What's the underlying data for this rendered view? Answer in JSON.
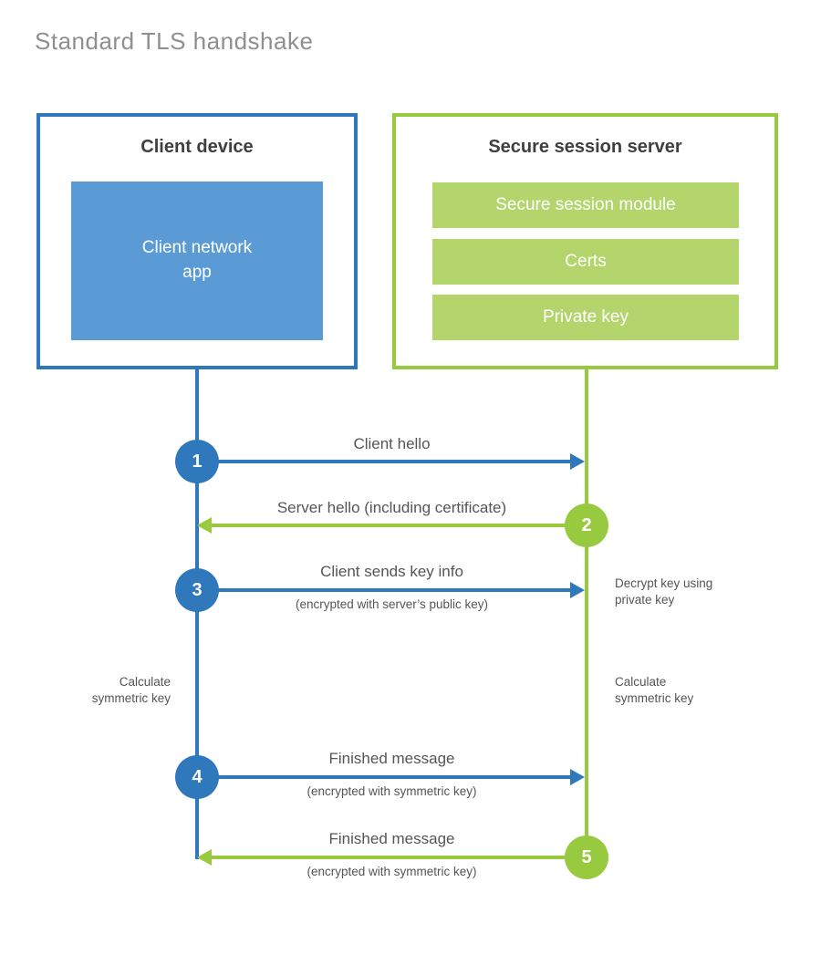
{
  "title": "Standard TLS handshake",
  "client": {
    "title": "Client device",
    "app": "Client network\napp"
  },
  "server": {
    "title": "Secure session server",
    "modules": [
      "Secure session module",
      "Certs",
      "Private key"
    ]
  },
  "steps": [
    {
      "num": "1",
      "label": "Client hello",
      "sub": "",
      "direction": "client-to-server"
    },
    {
      "num": "2",
      "label": "Server hello (including certificate)",
      "sub": "",
      "direction": "server-to-client"
    },
    {
      "num": "3",
      "label": "Client sends key info",
      "sub": "(encrypted with server’s public key)",
      "direction": "client-to-server"
    },
    {
      "num": "4",
      "label": "Finished message",
      "sub": "(encrypted with symmetric key)",
      "direction": "client-to-server"
    },
    {
      "num": "5",
      "label": "Finished message",
      "sub": "(encrypted with symmetric key)",
      "direction": "server-to-client"
    }
  ],
  "notes": {
    "decrypt": "Decrypt key using\nprivate key",
    "calc_left": "Calculate\nsymmetric key",
    "calc_right": "Calculate\nsymmetric key"
  },
  "colors": {
    "blue": "#2e78bb",
    "blue_fill": "#5b9bd5",
    "green": "#98ca3f",
    "green_fill": "#b3d56c"
  }
}
